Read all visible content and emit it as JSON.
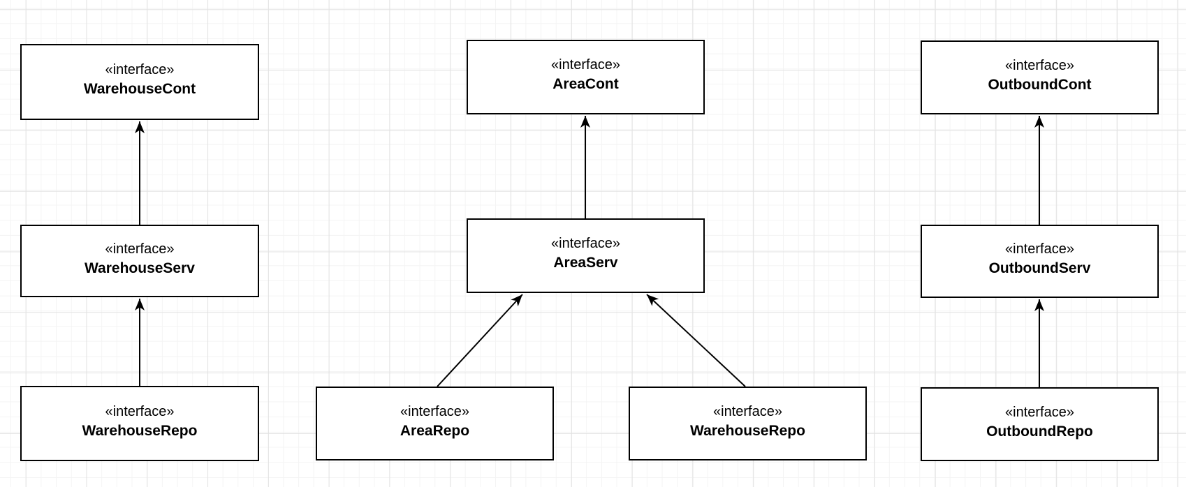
{
  "diagram": {
    "type": "uml-interface-dependency",
    "background_color": "#ffffff",
    "grid_minor_color": "#f4f4f4",
    "grid_major_color": "#e2e2e2",
    "node_fill_color": "#ffffff",
    "node_border_color": "#000000",
    "text_color": "#000000",
    "arrow_color": "#000000"
  },
  "nodes": [
    {
      "id": "warehouse-cont",
      "stereotype": "«interface»",
      "name": "WarehouseCont"
    },
    {
      "id": "warehouse-serv",
      "stereotype": "«interface»",
      "name": "WarehouseServ"
    },
    {
      "id": "warehouse-repo",
      "stereotype": "«interface»",
      "name": "WarehouseRepo"
    },
    {
      "id": "area-cont",
      "stereotype": "«interface»",
      "name": "AreaCont"
    },
    {
      "id": "area-serv",
      "stereotype": "«interface»",
      "name": "AreaServ"
    },
    {
      "id": "area-repo",
      "stereotype": "«interface»",
      "name": "AreaRepo"
    },
    {
      "id": "warehouse-repo-2",
      "stereotype": "«interface»",
      "name": "WarehouseRepo"
    },
    {
      "id": "outbound-cont",
      "stereotype": "«interface»",
      "name": "OutboundCont"
    },
    {
      "id": "outbound-serv",
      "stereotype": "«interface»",
      "name": "OutboundServ"
    },
    {
      "id": "outbound-repo",
      "stereotype": "«interface»",
      "name": "OutboundRepo"
    }
  ],
  "edges": [
    {
      "from": "warehouse-serv",
      "to": "warehouse-cont",
      "style": "solid-arrow-up"
    },
    {
      "from": "warehouse-repo",
      "to": "warehouse-serv",
      "style": "solid-arrow-up"
    },
    {
      "from": "area-serv",
      "to": "area-cont",
      "style": "solid-arrow-up"
    },
    {
      "from": "area-repo",
      "to": "area-serv",
      "style": "solid-arrow-up"
    },
    {
      "from": "warehouse-repo-2",
      "to": "area-serv",
      "style": "solid-arrow-up"
    },
    {
      "from": "outbound-serv",
      "to": "outbound-cont",
      "style": "solid-arrow-up"
    },
    {
      "from": "outbound-repo",
      "to": "outbound-serv",
      "style": "solid-arrow-up"
    }
  ]
}
